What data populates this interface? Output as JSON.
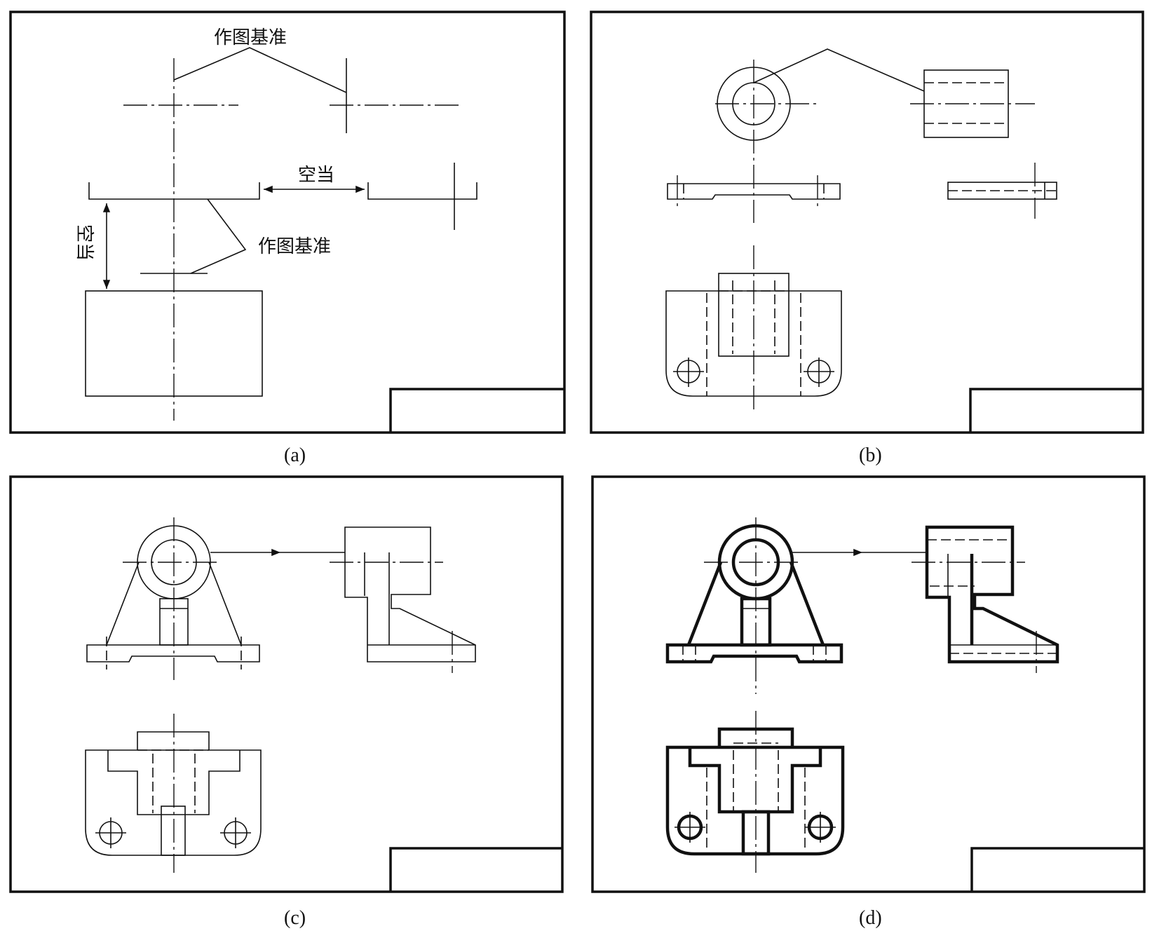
{
  "panels": [
    {
      "id": "a",
      "caption": "(a)"
    },
    {
      "id": "b",
      "caption": "(b)"
    },
    {
      "id": "c",
      "caption": "(c)"
    },
    {
      "id": "d",
      "caption": "(d)"
    }
  ],
  "labels": {
    "datum_top": "作图基准",
    "datum_mid": "作图基准",
    "gap_horizontal": "空当",
    "gap_vertical": "空当"
  }
}
